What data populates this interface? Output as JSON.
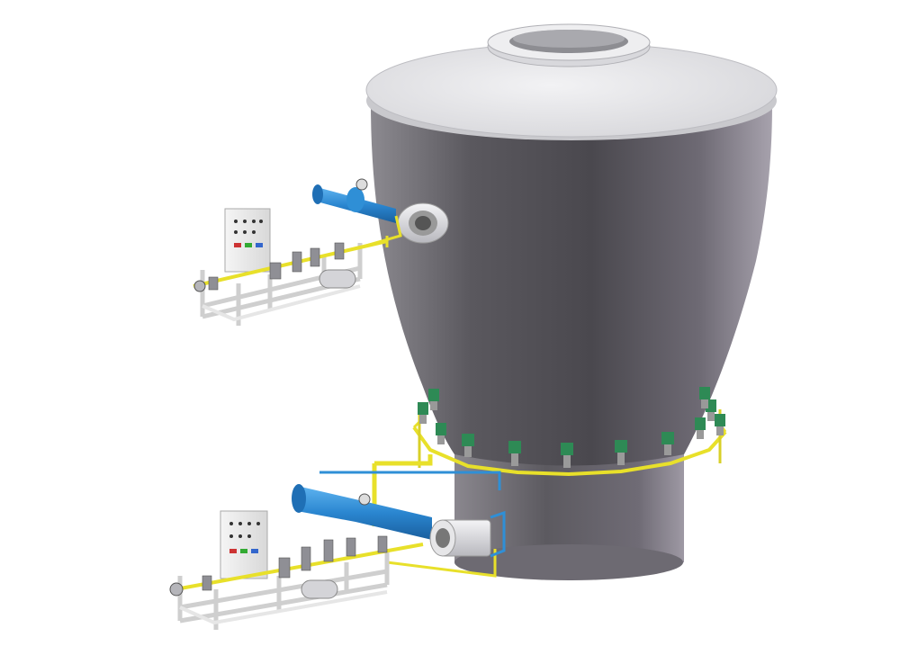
{
  "scene": {
    "subject": "industrial-vessel-with-burner-skids",
    "colors": {
      "background": "#ffffff",
      "vessel_body": "#5c5a60",
      "vessel_highlight": "#9a97a0",
      "lid": "#e6e6e8",
      "gas_pipe": "#e8e02a",
      "air_pipe": "#2f8fd6",
      "frame": "#e4e4e4",
      "valve_green": "#2e8a55",
      "panel": "#ececec"
    },
    "components": [
      {
        "id": "vessel",
        "icon": "vessel-icon"
      },
      {
        "id": "upper-burner-skid",
        "icon": "skid-icon"
      },
      {
        "id": "lower-burner-skid",
        "icon": "skid-icon"
      },
      {
        "id": "ring-manifold",
        "icon": "manifold-icon"
      },
      {
        "id": "upper-burner",
        "icon": "burner-icon"
      },
      {
        "id": "lower-burner",
        "icon": "burner-icon"
      }
    ],
    "ring_nozzles": 12
  }
}
